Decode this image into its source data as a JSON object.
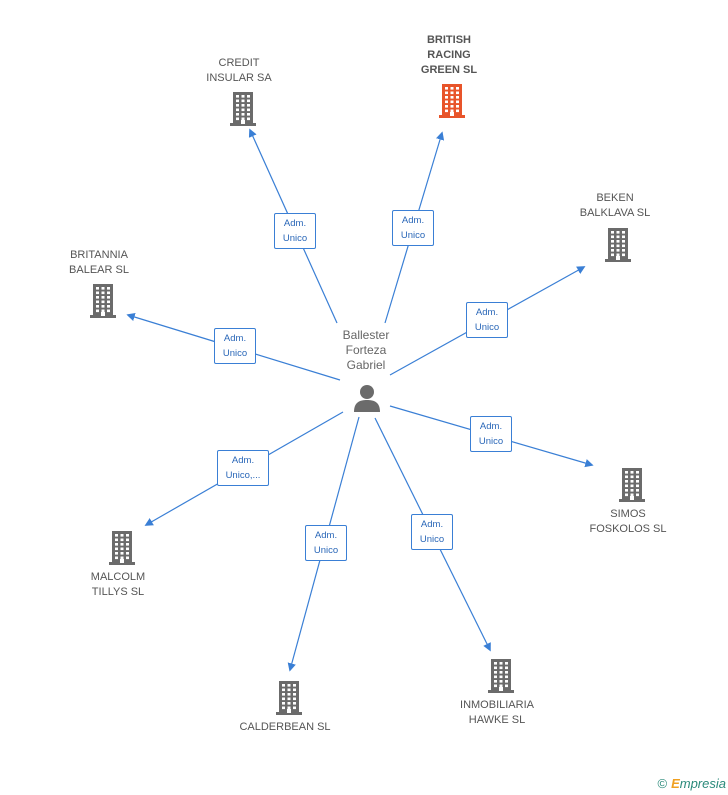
{
  "center": {
    "name_lines": [
      "Ballester",
      "Forteza",
      "Gabriel"
    ],
    "icon": "person-icon"
  },
  "companies": [
    {
      "id": "credit-insular",
      "name_lines": [
        "CREDIT",
        "INSULAR SA"
      ],
      "highlight": false,
      "icon": "building-icon",
      "relation": [
        "Adm.",
        "Unico"
      ]
    },
    {
      "id": "british-racing",
      "name_lines": [
        "BRITISH",
        "RACING",
        "GREEN SL"
      ],
      "highlight": true,
      "icon": "building-icon",
      "relation": [
        "Adm.",
        "Unico"
      ]
    },
    {
      "id": "beken-balklava",
      "name_lines": [
        "BEKEN",
        "BALKLAVA SL"
      ],
      "highlight": false,
      "icon": "building-icon",
      "relation": [
        "Adm.",
        "Unico"
      ]
    },
    {
      "id": "britannia-balear",
      "name_lines": [
        "BRITANNIA",
        "BALEAR SL"
      ],
      "highlight": false,
      "icon": "building-icon",
      "relation": [
        "Adm.",
        "Unico"
      ]
    },
    {
      "id": "simos-foskolos",
      "name_lines": [
        "SIMOS",
        "FOSKOLOS SL"
      ],
      "highlight": false,
      "icon": "building-icon",
      "relation": [
        "Adm.",
        "Unico"
      ]
    },
    {
      "id": "malcolm-tillys",
      "name_lines": [
        "MALCOLM",
        "TILLYS SL"
      ],
      "highlight": false,
      "icon": "building-icon",
      "relation": [
        "Adm.",
        "Unico,..."
      ]
    },
    {
      "id": "calderbean",
      "name_lines": [
        "CALDERBEAN SL"
      ],
      "highlight": false,
      "icon": "building-icon",
      "relation": [
        "Adm.",
        "Unico"
      ]
    },
    {
      "id": "inmobiliaria-hawke",
      "name_lines": [
        "INMOBILIARIA",
        "HAWKE SL"
      ],
      "highlight": false,
      "icon": "building-icon",
      "relation": [
        "Adm.",
        "Unico"
      ]
    }
  ],
  "colors": {
    "edge": "#3a7fd5",
    "building": "#6b6b6b",
    "building_highlight": "#e8542a",
    "person": "#6b6b6b"
  },
  "footer": {
    "copyright": "©",
    "brand_initial": "E",
    "brand_rest": "mpresia"
  }
}
